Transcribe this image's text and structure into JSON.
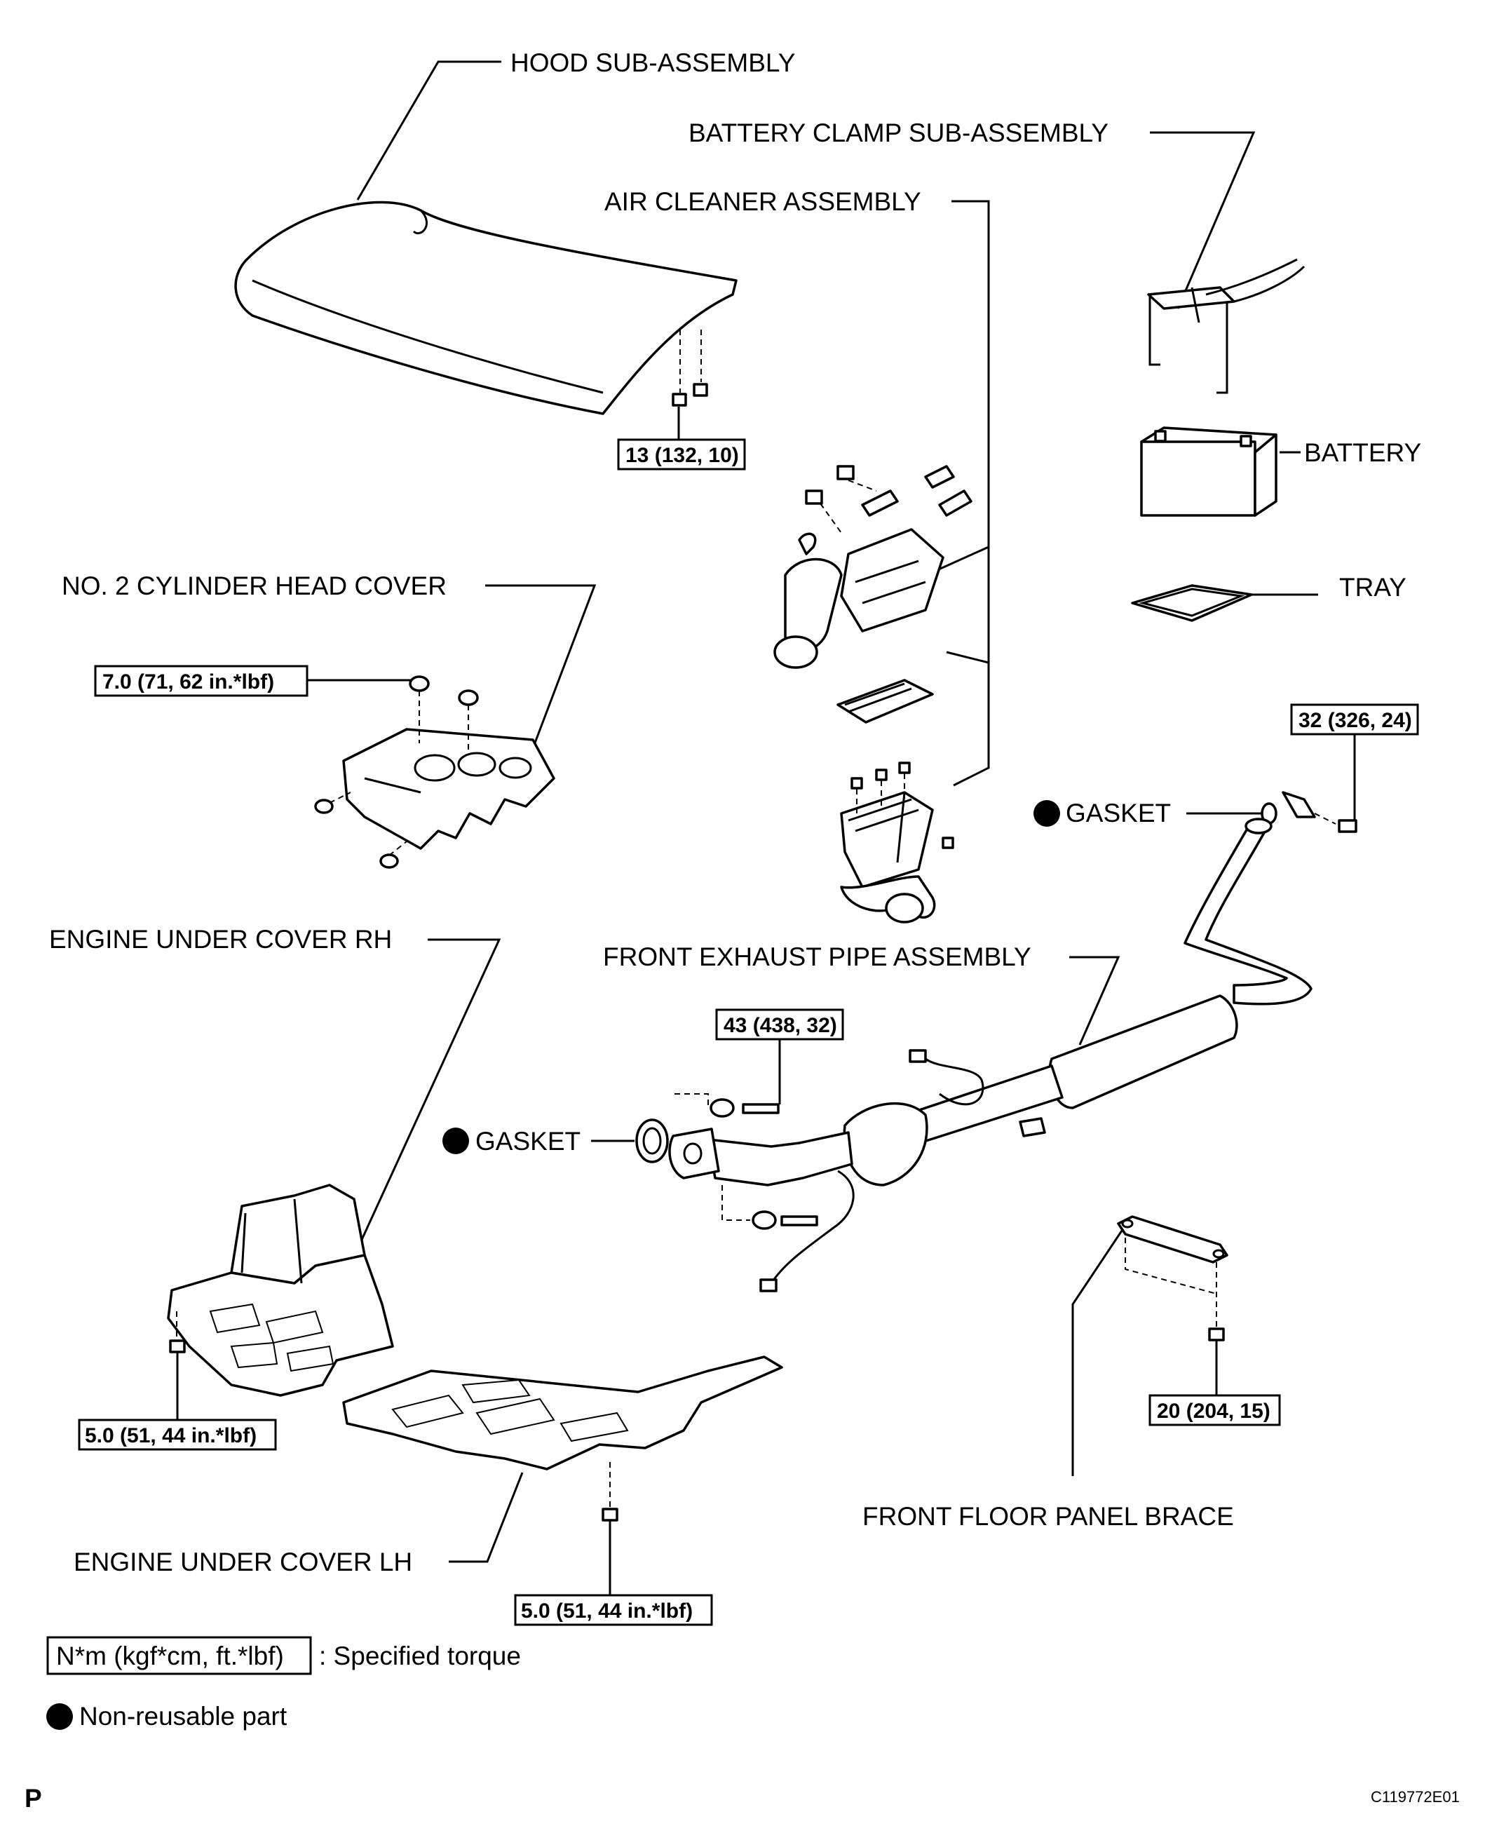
{
  "diagram": {
    "labels": {
      "hood": "HOOD SUB-ASSEMBLY",
      "battery_clamp": "BATTERY CLAMP SUB-ASSEMBLY",
      "air_cleaner": "AIR CLEANER ASSEMBLY",
      "battery": "BATTERY",
      "tray": "TRAY",
      "cyl_head_cover": "NO. 2 CYLINDER HEAD COVER",
      "gasket_upper": "GASKET",
      "gasket_lower": "GASKET",
      "under_cover_rh": "ENGINE UNDER COVER RH",
      "front_exhaust": "FRONT EXHAUST PIPE ASSEMBLY",
      "under_cover_lh": "ENGINE UNDER COVER LH",
      "floor_brace": "FRONT FLOOR PANEL BRACE"
    },
    "torques": {
      "hood": "13 (132, 10)",
      "cyl_head": "7.0 (71, 62 in.*lbf)",
      "exhaust_joint": "32 (326, 24)",
      "exhaust_flange": "43 (438, 32)",
      "under_cover_rh": "5.0 (51, 44 in.*lbf)",
      "under_cover_lh": "5.0 (51, 44 in.*lbf)",
      "floor_brace": "20 (204, 15)"
    },
    "legend": {
      "torque_unit": "N*m (kgf*cm, ft.*lbf)",
      "torque_desc": ": Specified torque",
      "nonreusable": "Non-reusable part"
    },
    "footer": {
      "left_code": "P",
      "figure_id": "C119772E01"
    }
  }
}
